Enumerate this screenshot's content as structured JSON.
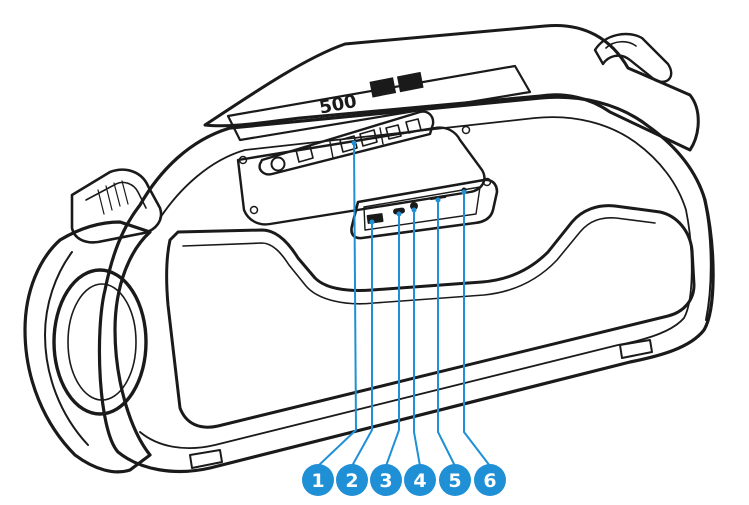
{
  "product": {
    "logo_text": "500",
    "accent_color": "#1f8fd6",
    "line_color": "#1a1a1a"
  },
  "callouts": [
    {
      "number": "1",
      "target": "mode-button"
    },
    {
      "number": "2",
      "target": "usb-port"
    },
    {
      "number": "3",
      "target": "type-c-port"
    },
    {
      "number": "4",
      "target": "aux-jack"
    },
    {
      "number": "5",
      "target": "tf-card-slot"
    },
    {
      "number": "6",
      "target": "indicator-light"
    }
  ]
}
